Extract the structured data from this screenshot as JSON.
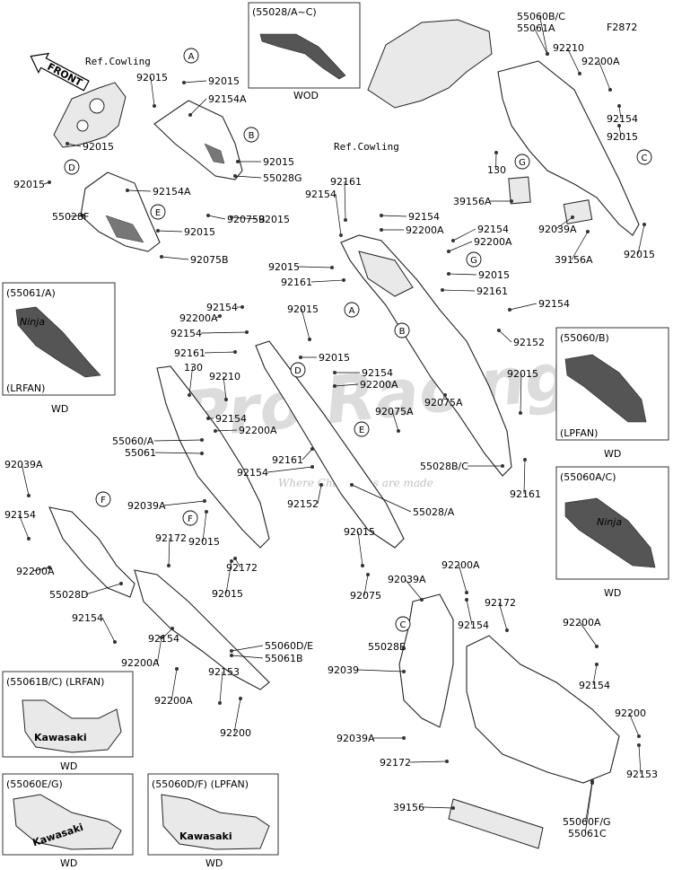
{
  "diagram": {
    "figure_code": "F2872",
    "front_label": "FRONT",
    "watermark": {
      "brand": "Pro Racing",
      "tagline": "Where Champions are made"
    },
    "ref_labels": [
      "Ref.Cowling",
      "Ref.Cowling"
    ],
    "callouts": [
      "A",
      "B",
      "C",
      "D",
      "E",
      "F",
      "G"
    ],
    "insets": [
      {
        "title": "(55028/A~C)",
        "footer": "WOD"
      },
      {
        "title": "(55061/A)",
        "sub": "(LRFAN)",
        "footer": "WD"
      },
      {
        "title": "(55060/B)",
        "sub": "(LPFAN)",
        "footer": "WD"
      },
      {
        "title": "(55060A/C)",
        "footer": "WD"
      },
      {
        "title": "(55061B/C) (LRFAN)",
        "footer": "WD"
      },
      {
        "title": "(55060E/G)",
        "footer": "WD"
      },
      {
        "title": "(55060D/F) (LPFAN)",
        "footer": "WD"
      }
    ],
    "decal_text": "Kawasaki",
    "ninja_text": "Ninja",
    "part_labels": [
      "92015",
      "92015",
      "92154A",
      "92015",
      "92015",
      "55028G",
      "92154A",
      "55028F",
      "92015",
      "92075B",
      "92075B",
      "92015",
      "92015",
      "55060B/C",
      "55061A",
      "92210",
      "92200A",
      "92154",
      "92015",
      "130",
      "39156A",
      "92039A",
      "39156A",
      "92015",
      "92161",
      "92154",
      "92154",
      "92200A",
      "92154",
      "92200A",
      "92015",
      "92161",
      "92015",
      "92161",
      "92154",
      "92152",
      "92075A",
      "92075A",
      "55028B/C",
      "92015",
      "92161",
      "92154",
      "92200A",
      "92154",
      "92161",
      "130",
      "92210",
      "92015",
      "92015",
      "92154",
      "92200A",
      "92154",
      "92200A",
      "55060/A",
      "55061",
      "92161",
      "92154",
      "92152",
      "55028/A",
      "92039A",
      "92015",
      "92172",
      "92172",
      "92015",
      "92039A",
      "92154",
      "92200A",
      "55028D",
      "92154",
      "92154",
      "92200A",
      "92200A",
      "55060D/E",
      "55061B",
      "92153",
      "92200",
      "92015",
      "92075",
      "92039A",
      "92200A",
      "92154",
      "92172",
      "55028E",
      "92039",
      "92039A",
      "92172",
      "92200A",
      "92154",
      "92200",
      "92153",
      "39156",
      "55060F/G",
      "55061C"
    ]
  }
}
